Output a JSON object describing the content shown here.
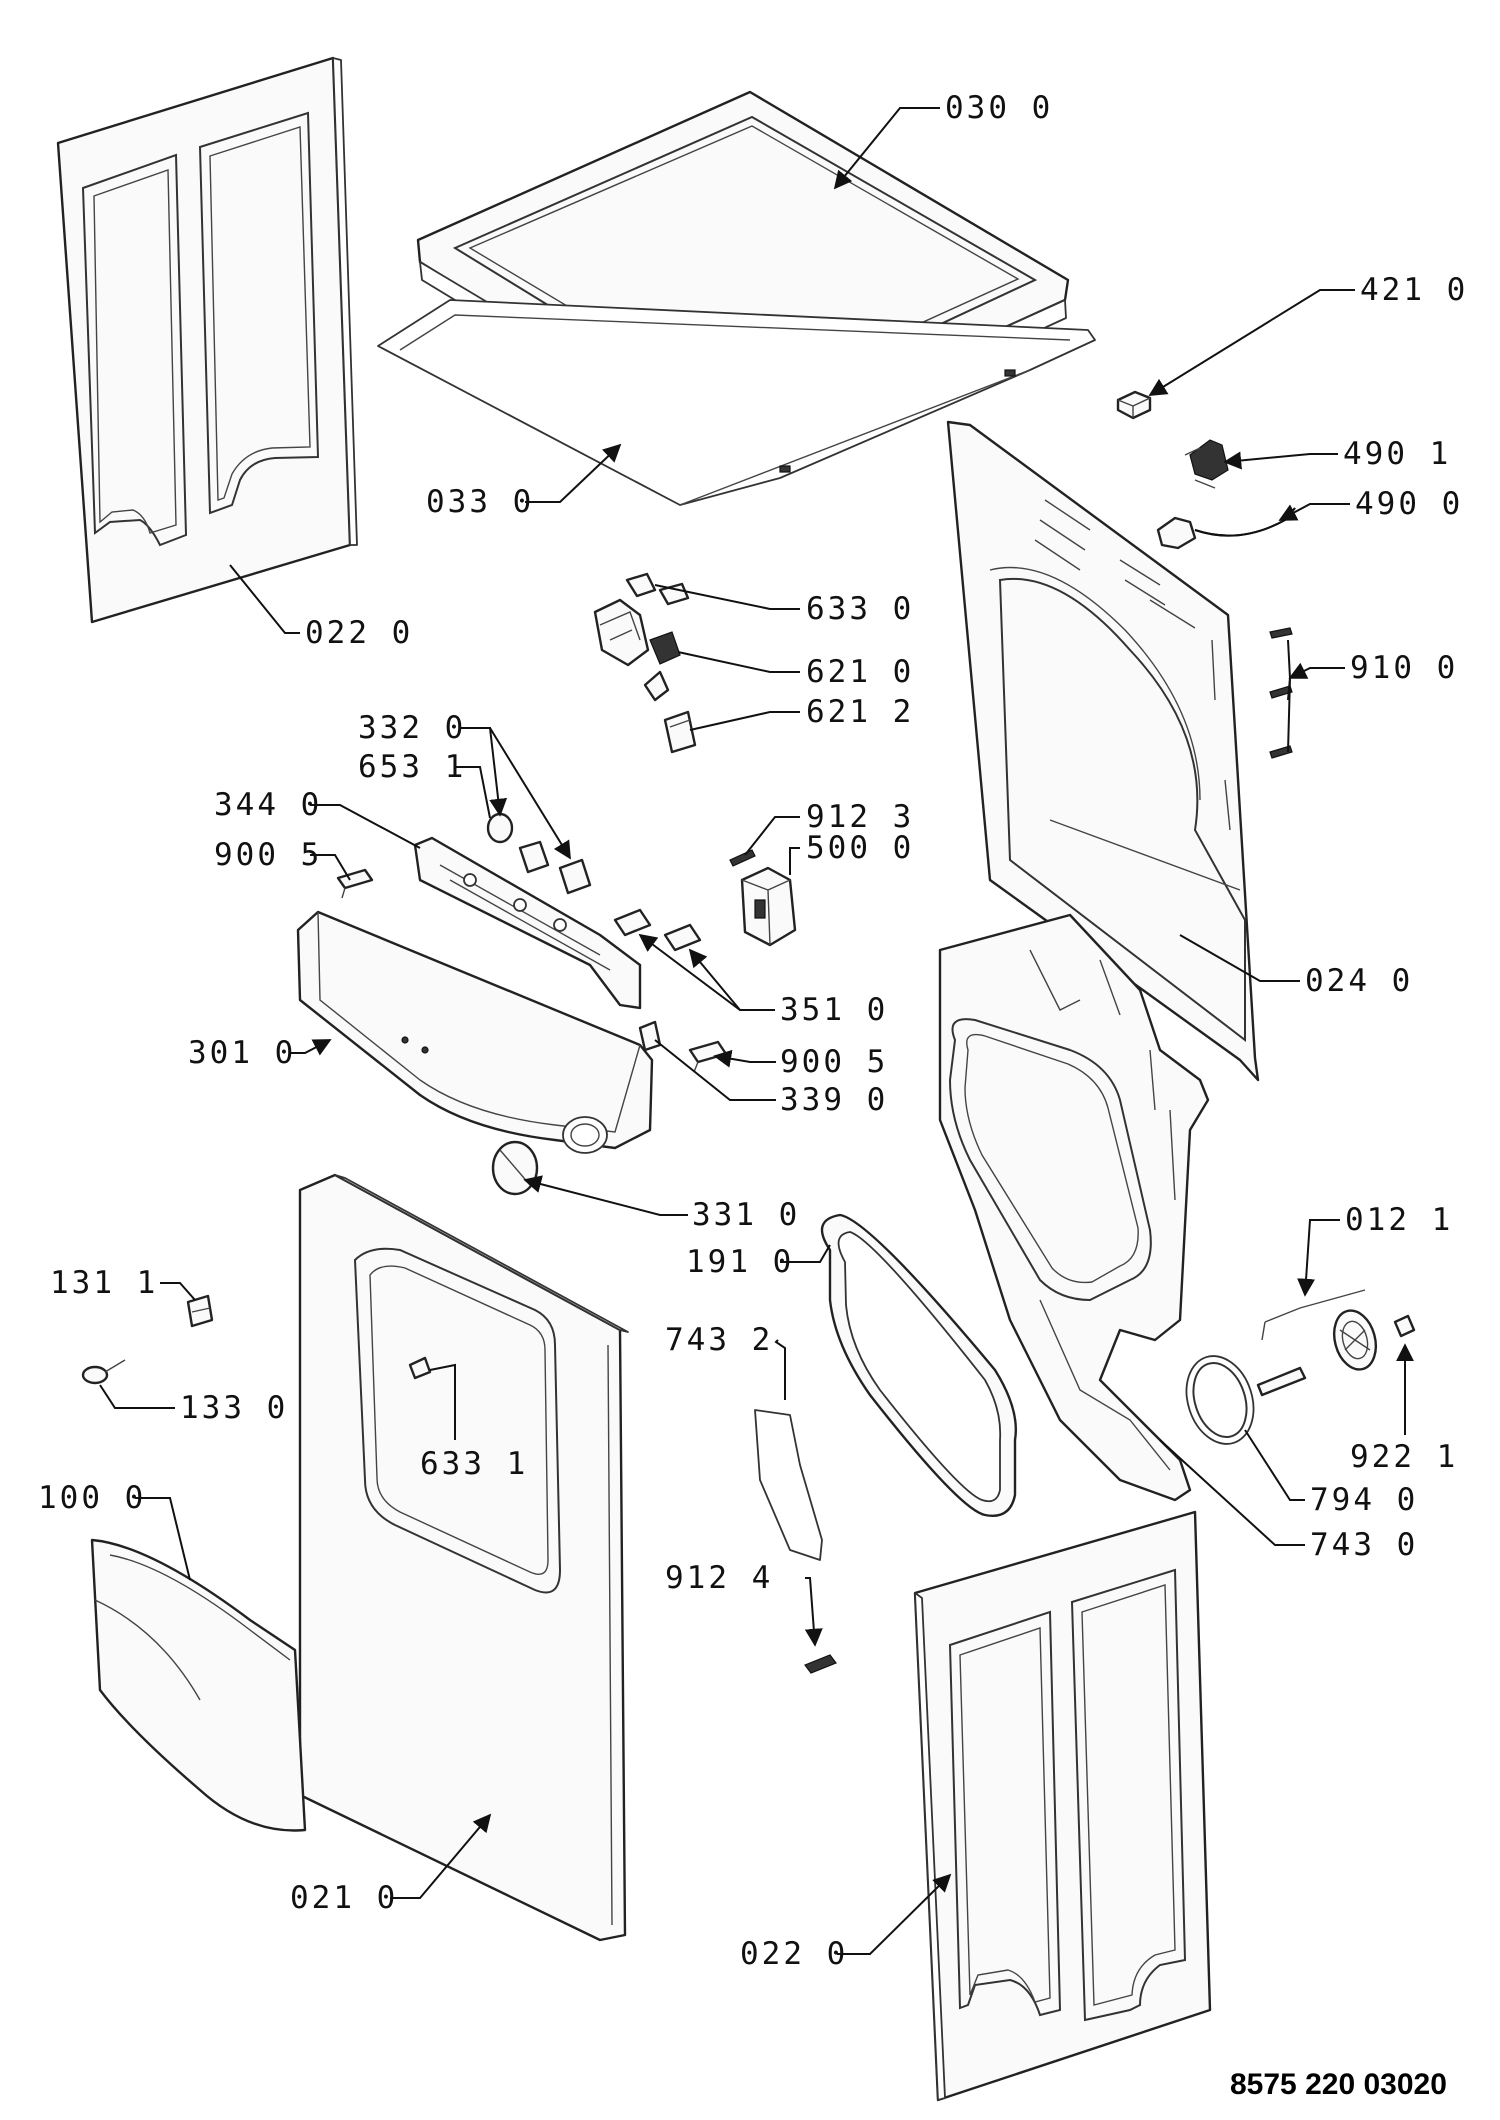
{
  "document_number": "8575 220 03020",
  "callouts": {
    "c_030_0": "030 0",
    "c_421_0": "421 0",
    "c_022_0_top": "022 0",
    "c_033_0": "033 0",
    "c_490_1": "490 1",
    "c_490_0": "490 0",
    "c_633_0": "633 0",
    "c_621_0": "621 0",
    "c_621_2": "621 2",
    "c_910_0": "910 0",
    "c_332_0": "332 0",
    "c_653_1": "653 1",
    "c_344_0": "344 0",
    "c_912_3": "912 3",
    "c_900_5_left": "900 5",
    "c_500_0": "500 0",
    "c_024_0": "024 0",
    "c_351_0": "351 0",
    "c_301_0": "301 0",
    "c_900_5_right": "900 5",
    "c_339_0": "339 0",
    "c_331_0": "331 0",
    "c_191_0": "191 0",
    "c_012_1": "012 1",
    "c_131_1": "131 1",
    "c_743_2": "743 2",
    "c_133_0": "133 0",
    "c_633_1": "633 1",
    "c_922_1": "922 1",
    "c_100_0": "100 0",
    "c_794_0": "794 0",
    "c_743_0": "743 0",
    "c_912_4": "912 4",
    "c_021_0": "021 0",
    "c_022_0_bottom": "022 0"
  }
}
